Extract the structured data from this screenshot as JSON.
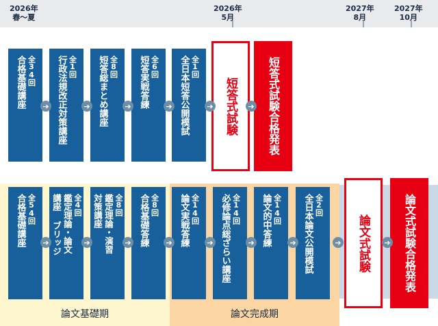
{
  "timeline": {
    "markers": [
      {
        "year": "2026年",
        "period": "春〜夏"
      },
      {
        "year": "2026年",
        "period": "5月"
      },
      {
        "year": "2027年",
        "period": "8月"
      },
      {
        "year": "2027年",
        "period": "10月"
      }
    ]
  },
  "short_answer_track": {
    "courses": [
      {
        "count": "全34回",
        "name": [
          "合格基礎講座"
        ]
      },
      {
        "count": "全1回",
        "name": [
          "行政法規改正対策講座"
        ]
      },
      {
        "count": "全8回",
        "name": [
          "短答総まとめ講座"
        ]
      },
      {
        "count": "全6回",
        "name": [
          "短答実戦答練"
        ]
      },
      {
        "count": "全1回",
        "name": [
          "全日本短答公開模試"
        ]
      }
    ],
    "exam": "短答式試験",
    "result": "短答式試験合格発表"
  },
  "essay_track": {
    "courses": [
      {
        "count": "全54回",
        "name": [
          "合格基礎講座"
        ]
      },
      {
        "count": "全4回",
        "name": [
          "鑑定理論・論文",
          "講座 ブリッジ"
        ]
      },
      {
        "count": "全8回",
        "name": [
          "鑑定理論・演習",
          "対策講座"
        ]
      },
      {
        "count": "全8回",
        "name": [
          "合格基礎答練"
        ]
      },
      {
        "count": "全14回",
        "name": [
          "論文実戦答練"
        ]
      },
      {
        "count": "全14回",
        "name": [
          "必修論点総ざらい講座"
        ]
      },
      {
        "count": "全14回",
        "name": [
          "論文的中答練"
        ]
      },
      {
        "count": "全2回",
        "name": [
          "全日本論文公開模試"
        ]
      }
    ],
    "exam": "論文式試験",
    "result": "論文式試験合格発表",
    "phases": [
      "論文基礎期",
      "論文完成期"
    ]
  },
  "colors": {
    "course_blue": "#17609c",
    "exam_red": "#e60012",
    "arrow": "#6c8ea7",
    "basic_phase_bg": "#fdf6cf",
    "complete_phase_bg": "#fbd6a4",
    "timeline_bg": "#e9eaeb"
  }
}
